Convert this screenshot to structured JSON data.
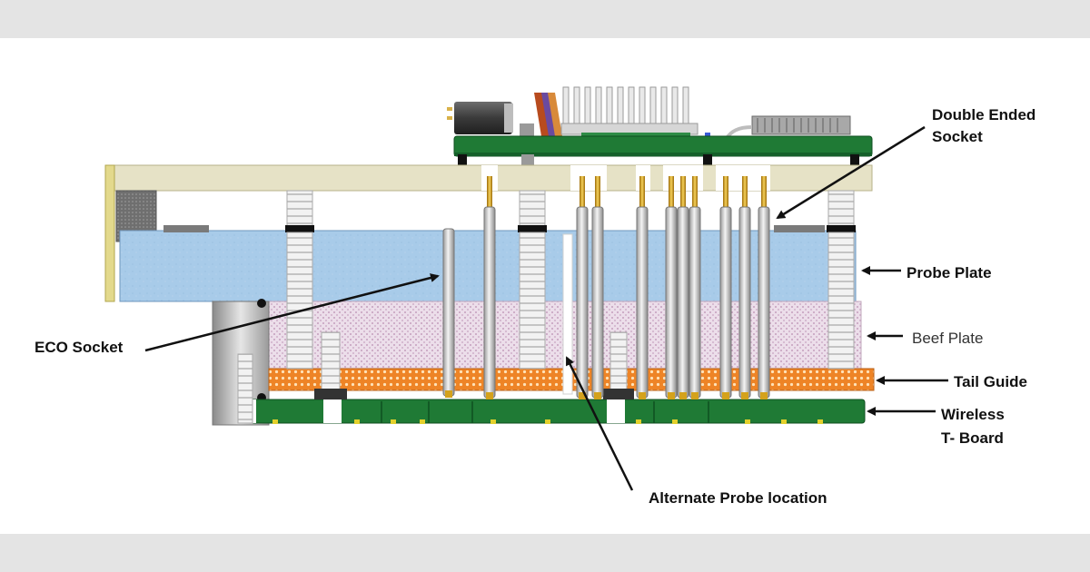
{
  "labels": {
    "double_ended_socket_line1": "Double Ended",
    "double_ended_socket_line2": "Socket",
    "probe_plate": "Probe Plate",
    "beef_plate": "Beef Plate",
    "tail_guide": "Tail Guide",
    "wireless_line1": "Wireless",
    "wireless_line2": "T- Board",
    "eco_socket": "ECO Socket",
    "alternate_probe_location": "Alternate Probe location"
  },
  "colors": {
    "probe_plate": "#a9cbe8",
    "beef_plate": "#eadde8",
    "tail_guide": "#f08a2c",
    "pcb_green": "#1f7a35",
    "top_plate": "#e6e2c6",
    "pin_silver": "#c9c9c9",
    "pin_gold": "#d4a21c"
  },
  "icons": {
    "heatsink": "heatsink-icon",
    "capacitor": "cylinder-capacitor-icon",
    "ribbon": "ribbon-cable-icon",
    "connector": "pin-header-icon",
    "leader": "arrow-icon"
  }
}
